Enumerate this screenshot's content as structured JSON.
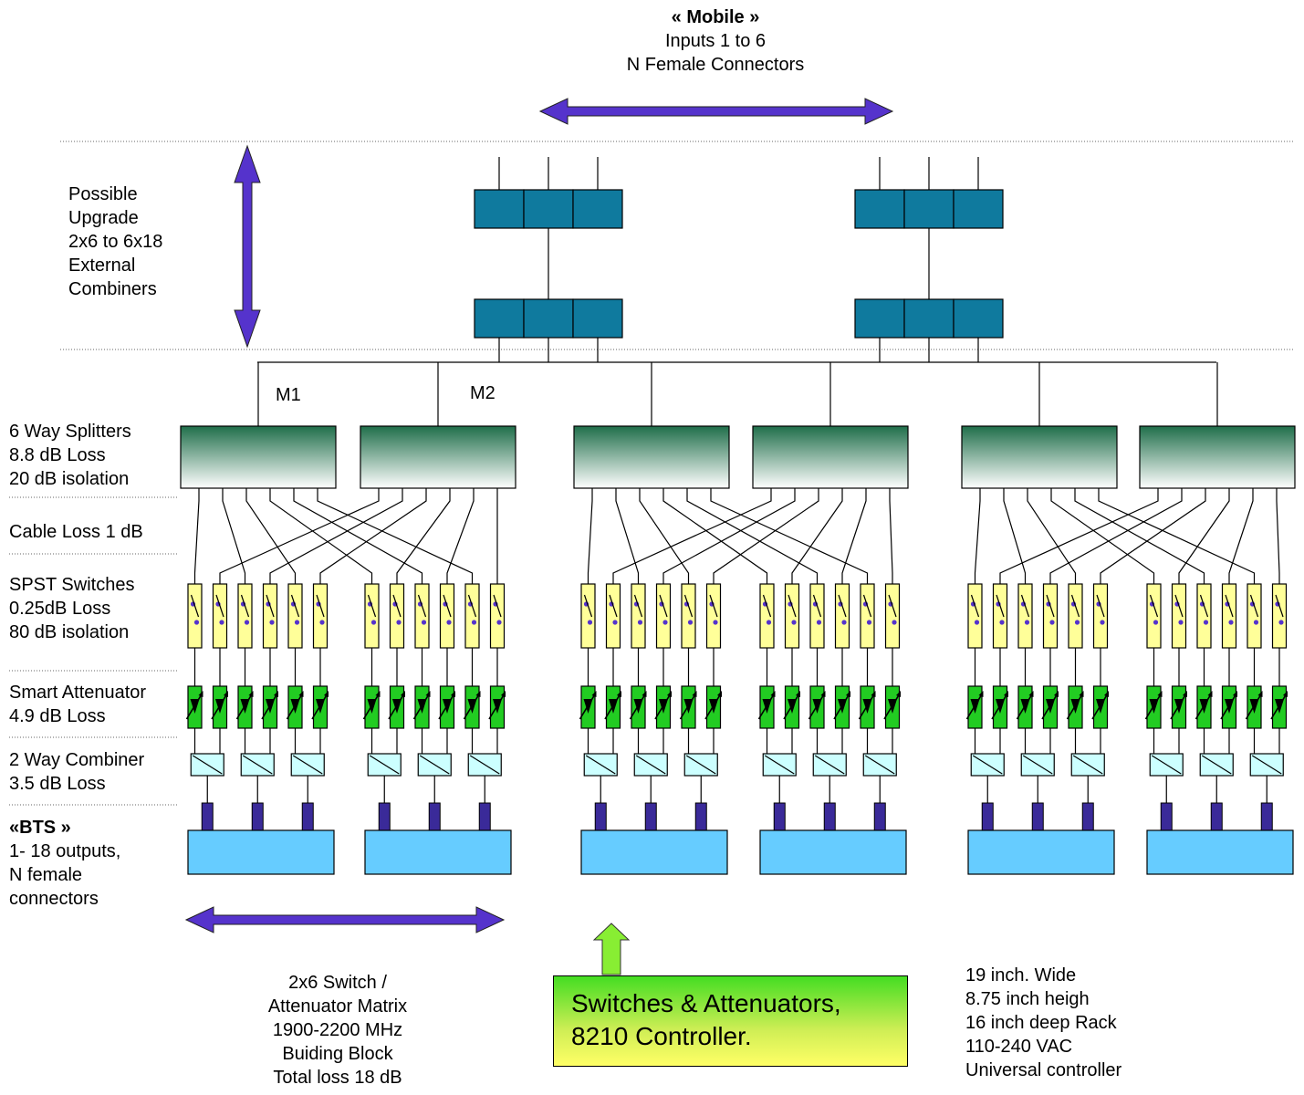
{
  "mobile": {
    "title": "« Mobile »",
    "line1": "Inputs 1 to 6",
    "line2": "N Female Connectors"
  },
  "upgrade": {
    "lines": [
      "Possible",
      "Upgrade",
      "2x6 to 6x18",
      "External",
      "Combiners"
    ]
  },
  "ports": {
    "m1": "M1",
    "m2": "M2"
  },
  "rows": {
    "splitters": [
      "6 Way Splitters",
      "8.8 dB Loss",
      "20 dB isolation"
    ],
    "cable": [
      "Cable Loss 1 dB"
    ],
    "switches": [
      "SPST Switches",
      "0.25dB Loss",
      "80 dB isolation"
    ],
    "attenuator": [
      "Smart Attenuator",
      "4.9 dB Loss"
    ],
    "combiner": [
      "2 Way Combiner",
      "3.5 dB Loss"
    ],
    "bts_title": "«BTS »",
    "bts": [
      "1- 18 outputs,",
      "N female",
      "connectors"
    ]
  },
  "matrix": {
    "lines": [
      "2x6 Switch /",
      "Attenuator Matrix",
      "1900-2200 MHz",
      "Buiding Block",
      "Total loss 18 dB"
    ]
  },
  "controller": {
    "lines": [
      "Switches  &  Attenuators,",
      "8210 Controller."
    ]
  },
  "rack": {
    "lines": [
      "19 inch. Wide",
      "8.75 inch heigh",
      "16 inch deep Rack",
      "110-240 VAC",
      "Universal controller"
    ]
  },
  "colors": {
    "arrow": "#5533cc",
    "combiner_block": "#0f7a9e",
    "splitter_top": "#1f6e4a",
    "switch": "#ffff99",
    "attenuator": "#22cc22",
    "two_way": "#ccffff",
    "bts_block": "#66ccff",
    "connector": "#3a2a99",
    "controller_arrow": "#88ee33"
  }
}
